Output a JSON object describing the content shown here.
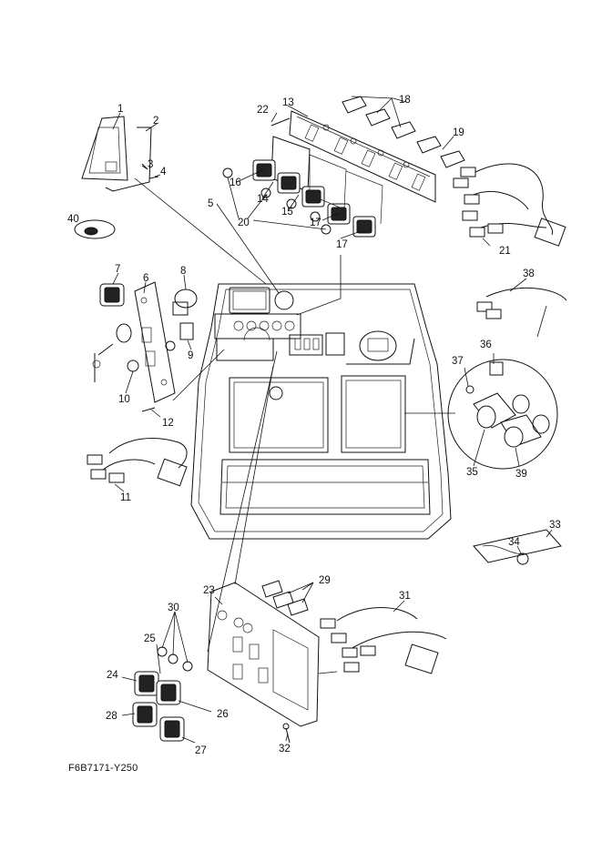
{
  "diagram_code": "F6B7171-Y250",
  "callouts": [
    {
      "id": "c1",
      "text": "1"
    },
    {
      "id": "c2",
      "text": "2"
    },
    {
      "id": "c3",
      "text": "3"
    },
    {
      "id": "c4",
      "text": "4"
    },
    {
      "id": "c5",
      "text": "5"
    },
    {
      "id": "c6",
      "text": "6"
    },
    {
      "id": "c7",
      "text": "7"
    },
    {
      "id": "c8",
      "text": "8"
    },
    {
      "id": "c9",
      "text": "9"
    },
    {
      "id": "c10",
      "text": "10"
    },
    {
      "id": "c11",
      "text": "11"
    },
    {
      "id": "c12",
      "text": "12"
    },
    {
      "id": "c13",
      "text": "13"
    },
    {
      "id": "c14",
      "text": "14"
    },
    {
      "id": "c15",
      "text": "15"
    },
    {
      "id": "c16",
      "text": "16"
    },
    {
      "id": "c17a",
      "text": "17"
    },
    {
      "id": "c17b",
      "text": "17"
    },
    {
      "id": "c18",
      "text": "18"
    },
    {
      "id": "c19",
      "text": "19"
    },
    {
      "id": "c20",
      "text": "20"
    },
    {
      "id": "c21",
      "text": "21"
    },
    {
      "id": "c22",
      "text": "22"
    },
    {
      "id": "c23",
      "text": "23"
    },
    {
      "id": "c24",
      "text": "24"
    },
    {
      "id": "c25",
      "text": "25"
    },
    {
      "id": "c26",
      "text": "26"
    },
    {
      "id": "c27",
      "text": "27"
    },
    {
      "id": "c28",
      "text": "28"
    },
    {
      "id": "c29",
      "text": "29"
    },
    {
      "id": "c30",
      "text": "30"
    },
    {
      "id": "c31",
      "text": "31"
    },
    {
      "id": "c32",
      "text": "32"
    },
    {
      "id": "c33",
      "text": "33"
    },
    {
      "id": "c34",
      "text": "34"
    },
    {
      "id": "c35",
      "text": "35"
    },
    {
      "id": "c36",
      "text": "36"
    },
    {
      "id": "c37",
      "text": "37"
    },
    {
      "id": "c38",
      "text": "38"
    },
    {
      "id": "c39",
      "text": "39"
    },
    {
      "id": "c40",
      "text": "40"
    }
  ]
}
